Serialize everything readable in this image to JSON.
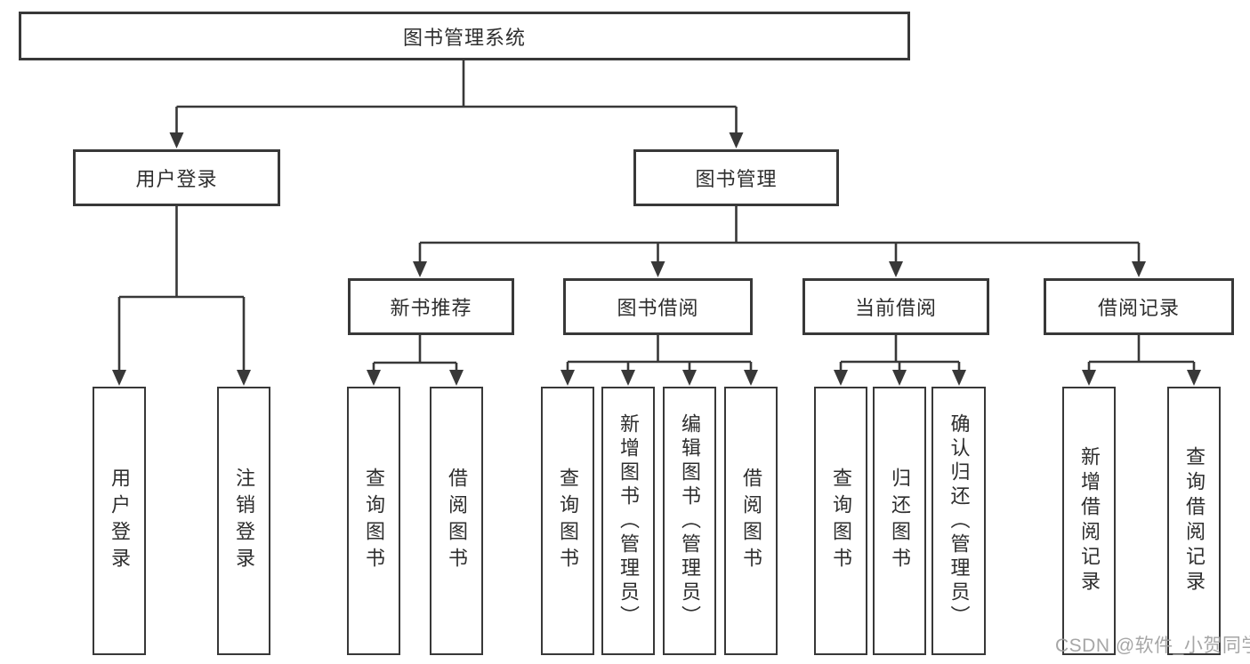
{
  "diagram": {
    "title": "图书管理系统",
    "level2": {
      "user_login": "用户登录",
      "book_management": "图书管理"
    },
    "level3": {
      "new_book_recommend": "新书推荐",
      "book_borrow": "图书借阅",
      "current_borrow": "当前借阅",
      "borrow_records": "借阅记录"
    },
    "leaves": {
      "login": [
        "用户登录",
        "注销登录"
      ],
      "recommend": [
        "查询图书",
        "借阅图书"
      ],
      "borrow": [
        "查询图书",
        "新增图书（管理员）",
        "编辑图书（管理员）",
        "借阅图书"
      ],
      "current": [
        "查询图书",
        "归还图书",
        "确认归还（管理员）"
      ],
      "records": [
        "新增借阅记录",
        "查询借阅记录"
      ]
    }
  },
  "watermark": "CSDN @软件_小贺同学",
  "colors": {
    "line": "#383838",
    "text": "#2e2e2e",
    "background": "#ffffff",
    "watermark": "#9e9e9e"
  }
}
